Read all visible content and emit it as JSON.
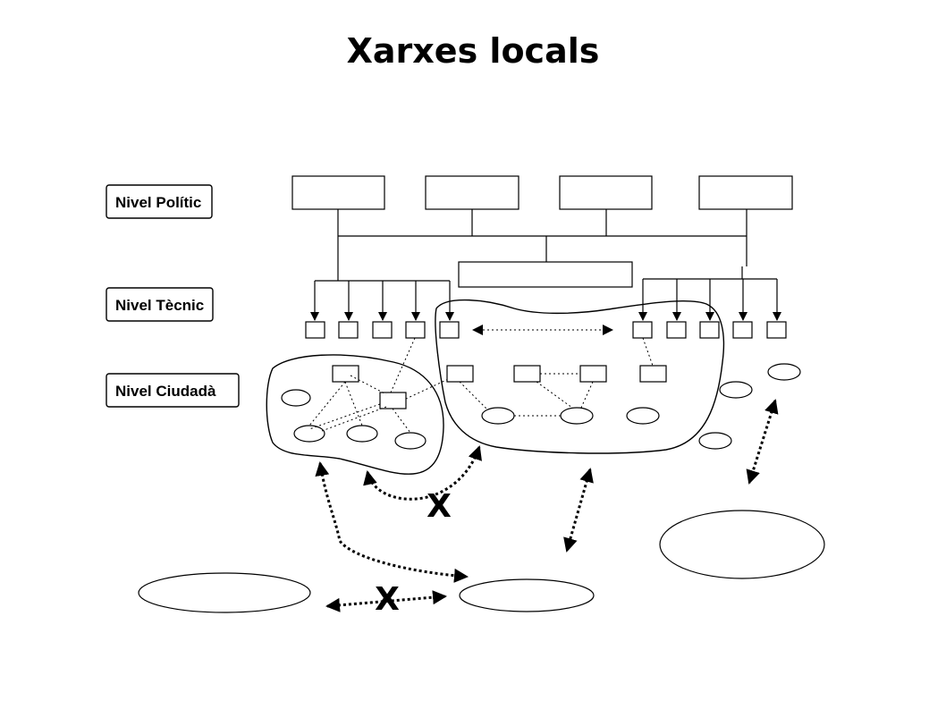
{
  "title": "Xarxes locals",
  "levels": {
    "politic": "Nivel Polític",
    "tecnic": "Nivel Tècnic",
    "ciutada": "Nivel Ciudadà"
  },
  "blocked_marks": [
    "X",
    "X"
  ]
}
